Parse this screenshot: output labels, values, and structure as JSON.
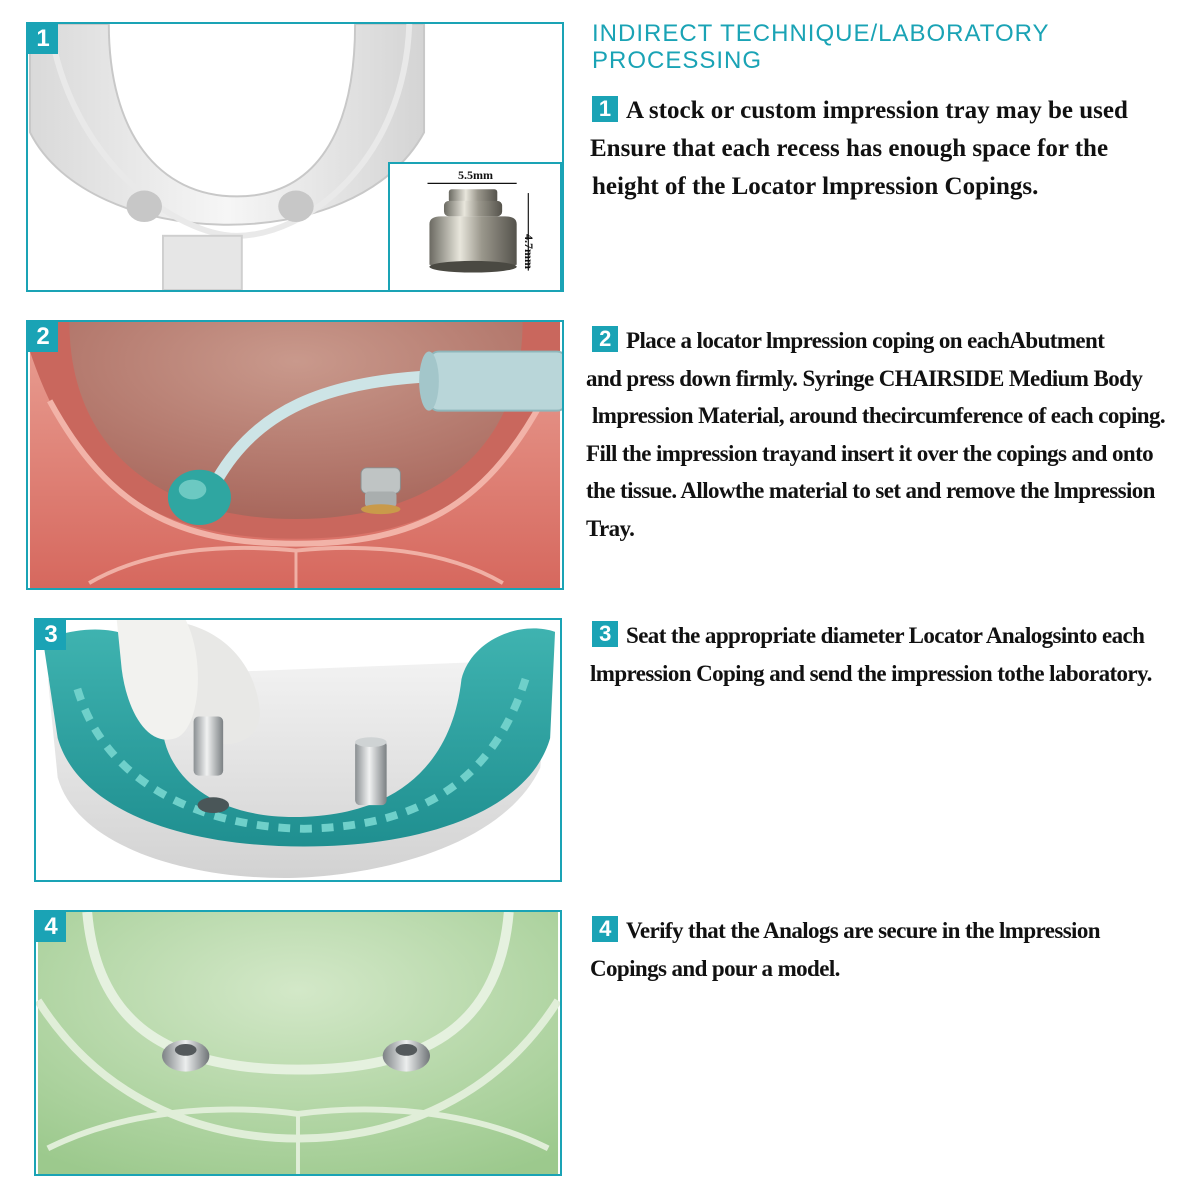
{
  "heading": {
    "line1": "INDIRECT TECHNIQUE/LABORATORY",
    "line2": "PROCESSING"
  },
  "panels": [
    {
      "number": "1"
    },
    {
      "number": "2"
    },
    {
      "number": "3"
    },
    {
      "number": "4"
    }
  ],
  "inset": {
    "width_label": "5.5mm",
    "height_label": "4.7mm"
  },
  "steps": [
    {
      "number": "1",
      "lines": [
        "A stock or custom impression tray may be used",
        "Ensure that each recess has enough space for the",
        "height of the Locator lmpression Copings."
      ]
    },
    {
      "number": "2",
      "lines": [
        "Place a locator lmpression coping on eachAbutment",
        "and press down firmly. Syringe CHAIRSIDE Medium Body",
        "lmpression Material, around thecircumference of each coping.",
        "Fill the impression trayand insert it over the copings and onto",
        "the tissue. Allowthe material to set and remove the lmpression",
        "Tray."
      ]
    },
    {
      "number": "3",
      "lines": [
        "Seat the appropriate diameter Locator Analogsinto each",
        "lmpression Coping and send the impression tothe laboratory."
      ]
    },
    {
      "number": "4",
      "lines": [
        "Verify that the Analogs are secure in the lmpression",
        "Copings and pour a model."
      ]
    }
  ],
  "colors": {
    "accent": "#1aa3b5",
    "gum": "#d97a6f",
    "impression": "#2f9ea0",
    "model": "#a9cf9d"
  }
}
